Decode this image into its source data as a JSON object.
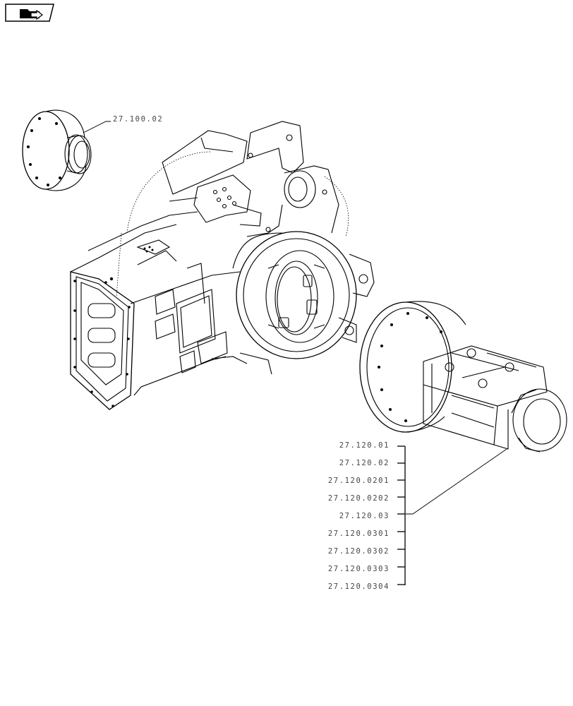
{
  "diagram": {
    "callout_top": "27.100.02",
    "callouts_right": [
      "27.120.01",
      "27.120.02",
      "27.120.0201",
      "27.120.0202",
      "27.120.03",
      "27.120.0301",
      "27.120.0302",
      "27.120.0303",
      "27.120.0304"
    ]
  },
  "icons": {
    "nav": "folder-arrow-icon"
  }
}
